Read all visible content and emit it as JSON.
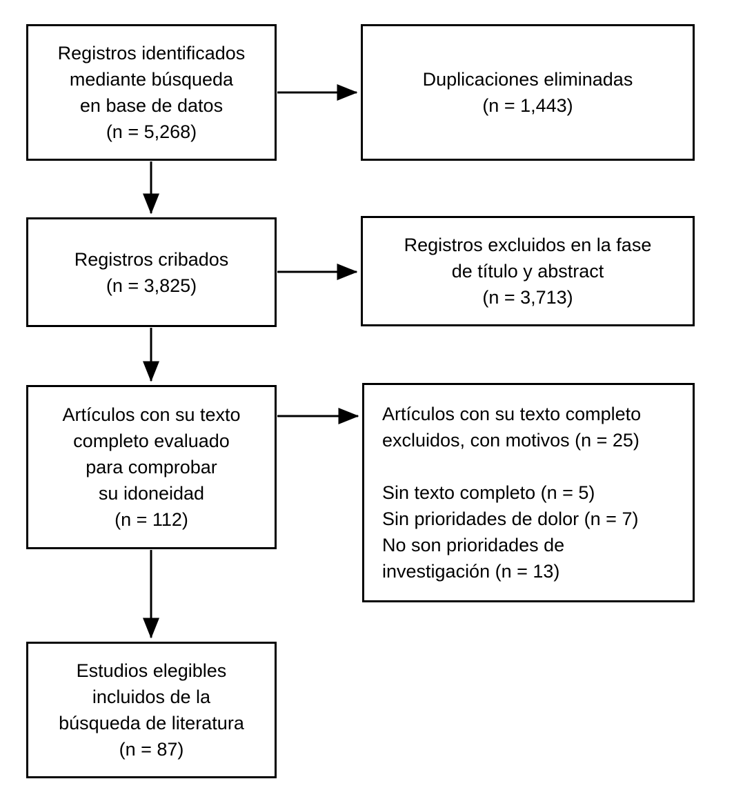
{
  "flowchart": {
    "boxes": {
      "identified": {
        "text": "Registros identificados\nmediante búsqueda\nen base de datos\n(n = 5,268)",
        "n": 5268
      },
      "duplicates_removed": {
        "text": "Duplicaciones eliminadas\n(n = 1,443)",
        "n": 1443
      },
      "screened": {
        "text": "Registros cribados\n(n = 3,825)",
        "n": 3825
      },
      "excluded_title_abstract": {
        "text": "Registros excluidos en la fase\nde título y abstract\n(n = 3,713)",
        "n": 3713
      },
      "fulltext_assessed": {
        "text": "Artículos con su texto\ncompleto evaluado\npara comprobar\nsu idoneidad\n(n = 112)",
        "n": 112
      },
      "fulltext_excluded": {
        "text": "Artículos con su texto completo\nexcluidos, con motivos (n = 25)\n\nSin texto completo (n = 5)\nSin prioridades de dolor (n = 7)\nNo son prioridades de\ninvestigación (n = 13)",
        "n": 25,
        "reasons": [
          {
            "label": "Sin texto completo",
            "n": 5
          },
          {
            "label": "Sin prioridades de dolor",
            "n": 7
          },
          {
            "label": "No son prioridades de investigación",
            "n": 13
          }
        ]
      },
      "included": {
        "text": "Estudios elegibles\nincluidos de la\nbúsqueda de literatura\n(n = 87)",
        "n": 87
      }
    },
    "edges": [
      {
        "from": "identified",
        "to": "duplicates_removed",
        "direction": "right"
      },
      {
        "from": "identified",
        "to": "screened",
        "direction": "down"
      },
      {
        "from": "screened",
        "to": "excluded_title_abstract",
        "direction": "right"
      },
      {
        "from": "screened",
        "to": "fulltext_assessed",
        "direction": "down"
      },
      {
        "from": "fulltext_assessed",
        "to": "fulltext_excluded",
        "direction": "right"
      },
      {
        "from": "fulltext_assessed",
        "to": "included",
        "direction": "down"
      }
    ],
    "colors": {
      "border": "#000000",
      "text": "#000000",
      "background": "#ffffff"
    }
  }
}
